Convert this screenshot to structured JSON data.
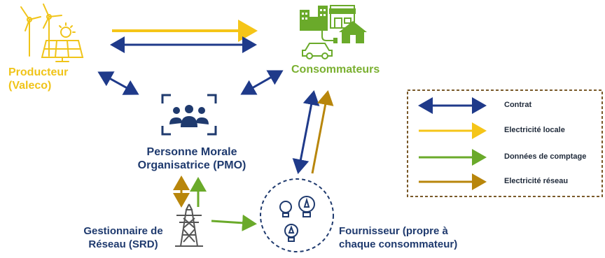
{
  "colors": {
    "contrat": "#1f3a8a",
    "electricite_locale": "#f5c518",
    "donnees_comptage": "#6aaa2a",
    "electricite_reseau": "#b8860b",
    "producteur_text": "#f0c419",
    "consommateurs_text": "#7ab030",
    "navy_text": "#1f3a6e",
    "legend_border": "#7a5a2a"
  },
  "nodes": {
    "producteur": {
      "line1": "Producteur",
      "line2": "(Valeco)"
    },
    "consommateurs": {
      "label": "Consommateurs"
    },
    "pmo": {
      "line1": "Personne Morale",
      "line2": "Organisatrice (PMO)"
    },
    "srd": {
      "line1": "Gestionnaire de",
      "line2": "Réseau (SRD)"
    },
    "fournisseur": {
      "line1": "Fournisseur (propre à",
      "line2": "chaque consommateur)"
    }
  },
  "legend": {
    "items": [
      {
        "label": "Contrat",
        "color": "#1f3a8a",
        "double": true
      },
      {
        "label": "Electricité locale",
        "color": "#f5c518",
        "double": false
      },
      {
        "label": "Données de comptage",
        "color": "#6aaa2a",
        "double": false
      },
      {
        "label": "Electricité réseau",
        "color": "#b8860b",
        "double": false
      }
    ]
  },
  "icons": {
    "producteur": "wind-solar-icon",
    "consommateurs": "city-house-car-icon",
    "pmo": "people-group-icon",
    "srd": "pylon-icon",
    "fournisseur": "lightbulbs-icon"
  }
}
